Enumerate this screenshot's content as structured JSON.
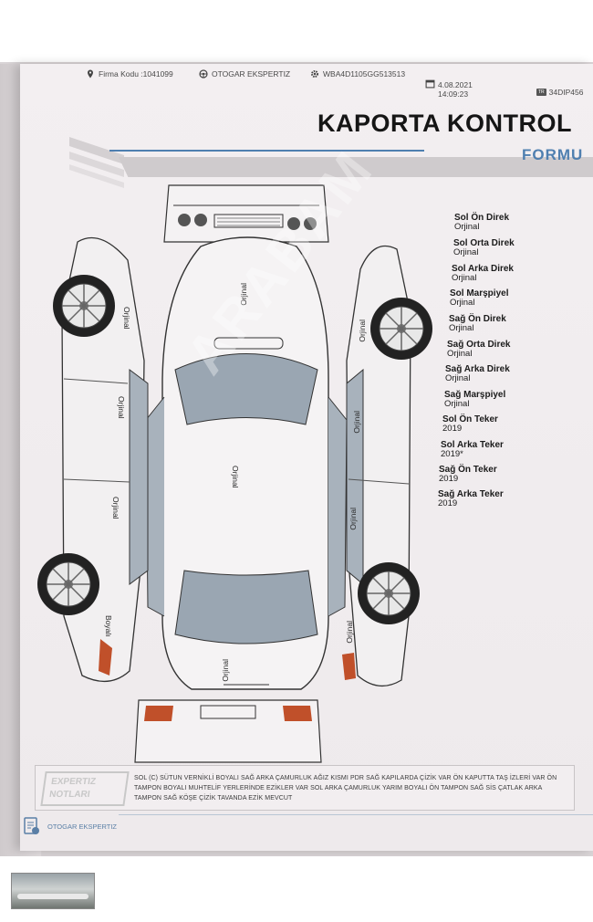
{
  "header": {
    "firm_code": "Firma Kodu :1041099",
    "company": "OTOGAR EKSPERTIZ",
    "vin": "WBA4D1105GG513513",
    "date": "4.08.2021",
    "time": "14:09:23",
    "plate": "34DIP456"
  },
  "title": {
    "main": "KAPORTA KONTROL",
    "sub": "FORMU"
  },
  "diagram_labels": {
    "hood": "Orjinal",
    "roof": "Orjinal",
    "trunk": "Orjinal",
    "left_front_fender": "Orjinal",
    "left_front_door": "Orjinal",
    "left_rear_door": "Orjinal",
    "left_rear_fender": "Boyalı",
    "right_front_fender": "Orjinal",
    "right_front_door": "Orjinal",
    "right_rear_door": "Orjinal",
    "right_rear_fender": "Orjinal"
  },
  "status_list": [
    {
      "name": "Sol Ön Direk",
      "value": "Orjinal"
    },
    {
      "name": "Sol Orta Direk",
      "value": "Orjinal"
    },
    {
      "name": "Sol Arka Direk",
      "value": "Orjinal"
    },
    {
      "name": "Sol Marşpiyel",
      "value": "Orjinal"
    },
    {
      "name": "Sağ Ön Direk",
      "value": "Orjinal"
    },
    {
      "name": "Sağ Orta Direk",
      "value": "Orjinal"
    },
    {
      "name": "Sağ Arka Direk",
      "value": "Orjinal"
    },
    {
      "name": "Sağ Marşpiyel",
      "value": "Orjinal"
    },
    {
      "name": "Sol Ön Teker",
      "value": "2019"
    },
    {
      "name": "Sol Arka Teker",
      "value": "2019*"
    },
    {
      "name": "Sağ Ön Teker",
      "value": "2019"
    },
    {
      "name": "Sağ Arka Teker",
      "value": "2019"
    }
  ],
  "notes": {
    "badge": "EXPERTIZ NOTLARI",
    "text": "SOL (C) SÜTUN VERNİKLİ BOYALI SAĞ ARKA ÇAMURLUK AĞIZ KISMI PDR SAĞ KAPILARDA ÇİZİK VAR ÖN KAPUTTA TAŞ İZLERİ VAR ÖN TAMPON BOYALI MUHTELİF YERLERİNDE EZİKLER VAR SOL ARKA ÇAMURLUK YARIM BOYALI ÖN TAMPON SAĞ SİS ÇATLAK ARKA TAMPON SAĞ KÖŞE ÇİZİK TAVANDA EZİK MEVCUT"
  },
  "footer": {
    "company": "OTOGAR EKSPERTIZ"
  },
  "watermark": "ARABAM"
}
